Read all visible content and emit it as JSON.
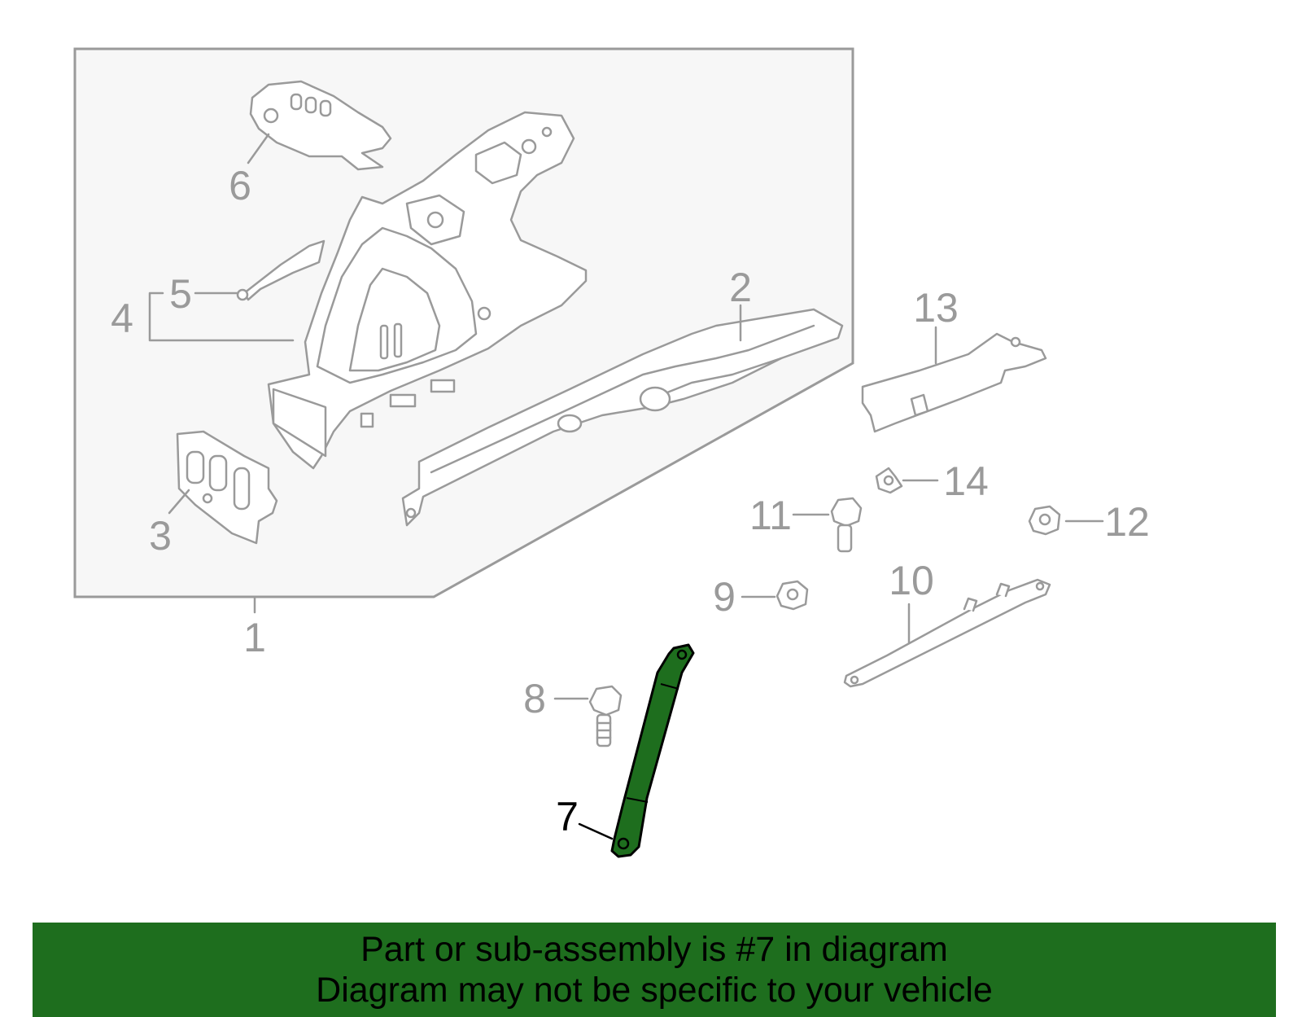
{
  "colors": {
    "line_gray": "#9a9a9a",
    "panel_fill": "#f7f7f7",
    "highlight_green": "#1e6e1e",
    "banner_green": "#1e6e1e",
    "text_black": "#000000"
  },
  "callouts": {
    "c1": "1",
    "c2": "2",
    "c3": "3",
    "c4": "4",
    "c5": "5",
    "c6": "6",
    "c7": "7",
    "c8": "8",
    "c9": "9",
    "c10": "10",
    "c11": "11",
    "c12": "12",
    "c13": "13",
    "c14": "14"
  },
  "highlighted_part": "7",
  "banner": {
    "line1": "Part or sub-assembly is #7 in diagram",
    "line2": "Diagram may not be specific to your vehicle"
  }
}
